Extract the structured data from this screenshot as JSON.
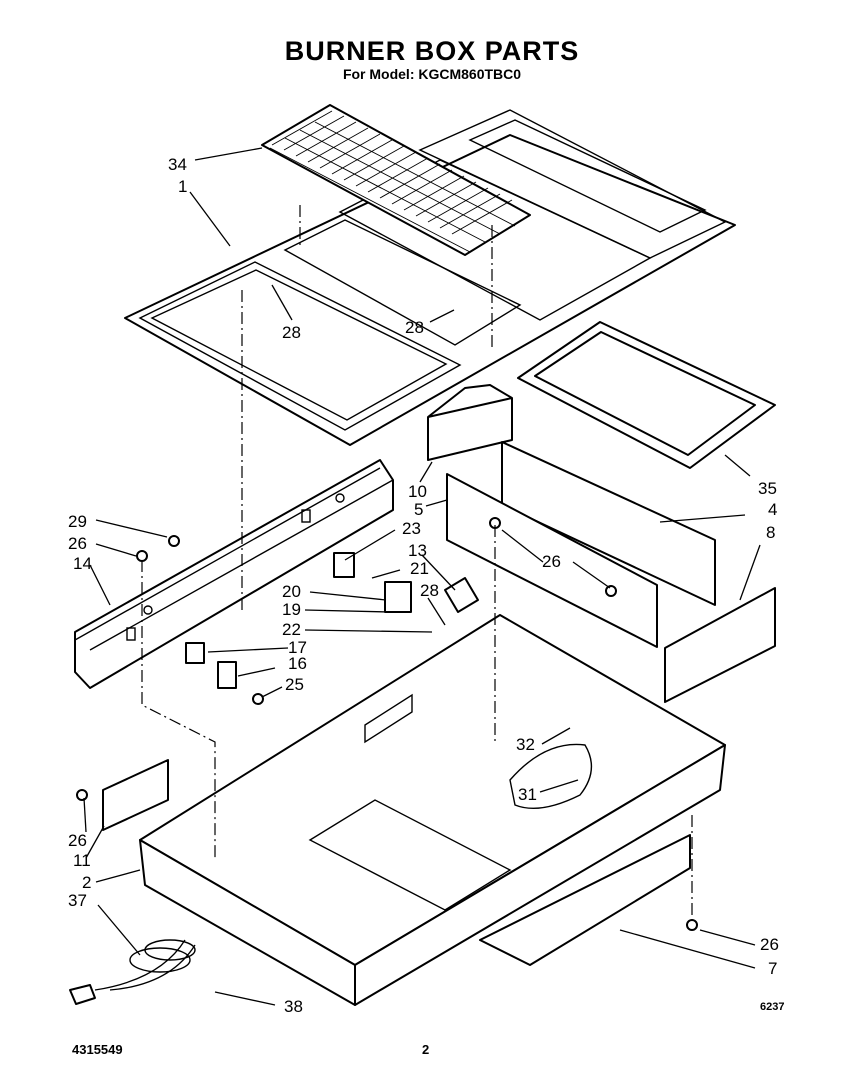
{
  "header": {
    "title": "BURNER BOX PARTS",
    "subtitle": "For Model: KGCM860TBC0"
  },
  "callouts": [
    "34",
    "1",
    "28",
    "28",
    "35",
    "10",
    "5",
    "4",
    "8",
    "29",
    "26",
    "23",
    "13",
    "14",
    "21",
    "26",
    "20",
    "28",
    "19",
    "22",
    "17",
    "16",
    "25",
    "32",
    "31",
    "26",
    "11",
    "2",
    "37",
    "26",
    "7",
    "38"
  ],
  "footer": {
    "left": "4315549",
    "center": "2",
    "right": "6237"
  }
}
